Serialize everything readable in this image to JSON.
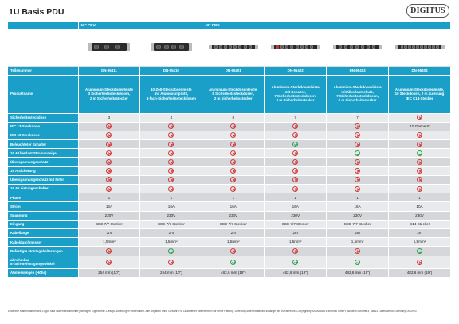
{
  "title": "1U Basis PDU",
  "logo": "DIGITUS",
  "sections": {
    "s10": "10\" PDU",
    "s19": "19\" PDU"
  },
  "images": [
    {
      "icon": "pdu-10inch-3-socket-icon",
      "sockets": 3
    },
    {
      "icon": "pdu-10inch-4-socket-icon",
      "sockets": 4
    },
    {
      "icon": "pdu-19inch-8-socket-icon",
      "sockets": 8
    },
    {
      "icon": "pdu-19inch-switch-icon",
      "sockets": 7,
      "switch": true
    },
    {
      "icon": "pdu-19inch-overload-icon",
      "sockets": 7
    },
    {
      "icon": "pdu-19inch-iec-icon",
      "sockets": 10
    }
  ],
  "header_label": "Teilenummer",
  "parts": [
    "DN-95411",
    "DN-95419",
    "DN-95401",
    "DN-95402",
    "DN-95403",
    "DN-95404"
  ],
  "name_label": "Produktname",
  "names": [
    "Aluminium-Steckdosenleiste\n3 Sicherheitssteckdosen,\n2 m Sicherheitsstecker",
    "10-Zoll-Steckdosenleiste\nmit Aluminiumprofil,\n4-fach-Sicherheitssteckdosen",
    "Aluminium-Steckdosenleiste,\n8 Sicherheitssteckdosen,\n2 m Sicherheitsstecker",
    "Aluminium-Steckdosenleiste\nmit Schalter,\n7 Sicherheitssteckdosen,\n2 m Sicherheitsstecker",
    "Aluminium-Steckdosenleiste\nmit Überlastschutz,\n7 Sicherheitssteckdosen,\n2 m Sicherheitsstecker",
    "Aluminium-Steckdosenleiste,\n10 Steckdosen, 2 m Zuleitung\nIEC C14-Stecker"
  ],
  "rows": [
    {
      "label": "Sicherheitssteckdose",
      "cells": [
        "3",
        "4",
        "8",
        "7",
        "7",
        "no"
      ]
    },
    {
      "label": "IEC 13-Steckdose",
      "cells": [
        "no",
        "no",
        "no",
        "no",
        "no",
        "10 Gesperrt"
      ]
    },
    {
      "label": "IEC 19-Steckdose",
      "cells": [
        "no",
        "no",
        "no",
        "no",
        "no",
        "no"
      ]
    },
    {
      "label": "Beleuchteter Schalter",
      "cells": [
        "no",
        "no",
        "no",
        "yes",
        "no",
        "no"
      ]
    },
    {
      "label": "16 A Überlast Stromanzeige",
      "cells": [
        "no",
        "no",
        "no",
        "no",
        "yes",
        "yes"
      ]
    },
    {
      "label": "Überspannungsschutz",
      "cells": [
        "no",
        "no",
        "no",
        "no",
        "no",
        "no"
      ]
    },
    {
      "label": "16 A Sicherung",
      "cells": [
        "no",
        "no",
        "no",
        "no",
        "no",
        "no"
      ]
    },
    {
      "label": "Überspannungsschutz mit Filter",
      "cells": [
        "no",
        "no",
        "no",
        "no",
        "no",
        "no"
      ]
    },
    {
      "label": "16 A Leistungsschalter",
      "cells": [
        "no",
        "no",
        "no",
        "no",
        "no",
        "no"
      ]
    },
    {
      "label": "Phase",
      "cells": [
        "1",
        "1",
        "1",
        "1",
        "1",
        "1"
      ]
    },
    {
      "label": "Strom",
      "cells": [
        "16A",
        "16A",
        "16A",
        "16A",
        "16A",
        "10A"
      ]
    },
    {
      "label": "Spannung",
      "cells": [
        "230V",
        "230V",
        "230V",
        "230V",
        "230V",
        "230V"
      ]
    },
    {
      "label": "Eingang",
      "cells": [
        "CEE 7/7 Stecker",
        "CEE 7/7 Stecker",
        "CEE 7/7 Stecker",
        "CEE 7/7 Stecker",
        "CEE 7/7 Stecker",
        "C14 Stecker"
      ]
    },
    {
      "label": "Kabellänge",
      "cells": [
        "2m",
        "2m",
        "2m",
        "2m",
        "2m",
        "2m"
      ]
    },
    {
      "label": "Kabeldurchmesser",
      "cells": [
        "1,5mm²",
        "1,5mm²",
        "1,5mm²",
        "1,5mm²",
        "1,5mm²",
        "1,5mm²"
      ]
    },
    {
      "label": "Befestigte Montagehalterungen",
      "cells": [
        "no",
        "yes",
        "no",
        "no",
        "no",
        "yes"
      ]
    },
    {
      "label": "abnehmbar\n8-fach-Befestigungswinkel",
      "cells": [
        "no",
        "no",
        "yes",
        "yes",
        "yes",
        "no"
      ],
      "tall": true
    },
    {
      "label": "Abmessungen (Höhe)",
      "cells": [
        "254 mm (10\")",
        "254 mm (10\")",
        "482,6 mm (19\")",
        "482,6 mm (19\")",
        "482,6 mm (19\")",
        "482,6 mm (19\")"
      ]
    }
  ],
  "footer": "Erwähnte Markennamen und Logos sind Warenzeichen ihrer jeweiligen Eigentümer. Design-Änderungen vorbehalten. Alle Angaben ohne Gewähr. Für Druckfehler übernehmen wir keine Haftung. Lieferung unter Vorbehalt, so lange der Vorrat reicht. Copyright by ASSMANN Electronic GmbH, Auf dem Schüffel 3, 58513 Lüdenscheid, Germany, 09/2020",
  "colors": {
    "accent": "#1aa0c8",
    "no": "#d23a3a",
    "yes": "#2aa24a"
  }
}
